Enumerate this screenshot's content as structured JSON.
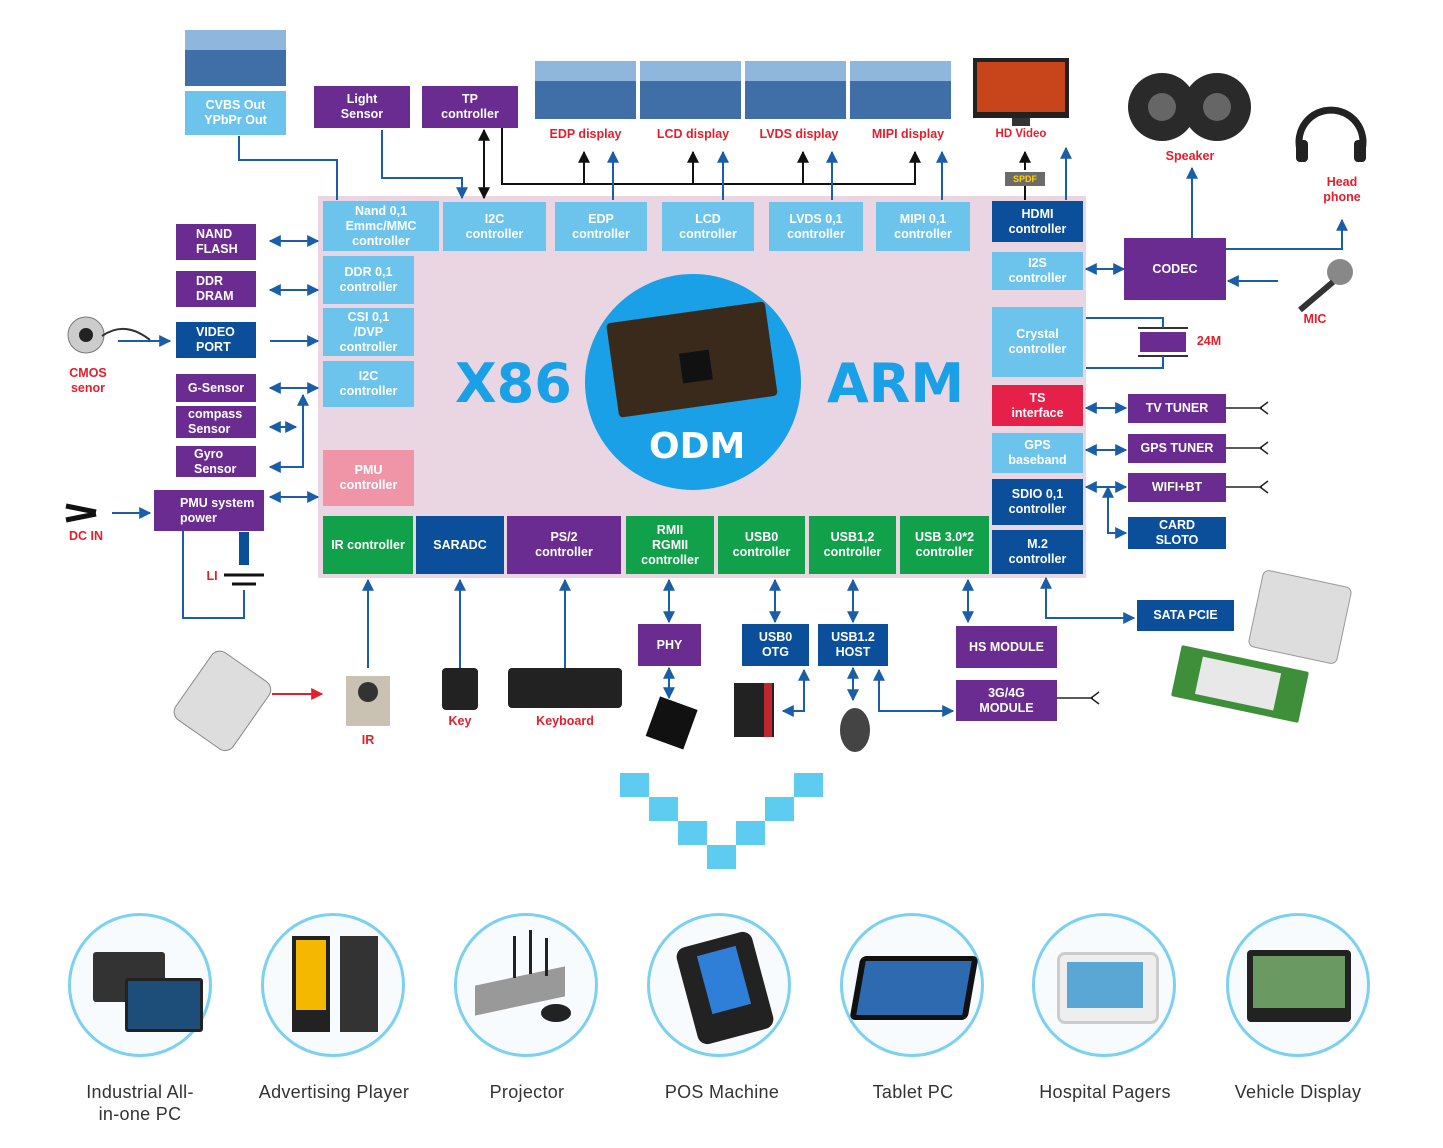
{
  "board": {
    "left": "X86",
    "right": "ARM",
    "center": "ODM"
  },
  "top_outputs": {
    "cvbs": "CVBS Out\nYPbPr Out",
    "light": "Light\nSensor",
    "tp": "TP\ncontroller"
  },
  "displays": {
    "edp": "EDP display",
    "lcd": "LCD display",
    "lvds": "LVDS display",
    "mipi": "MIPI display",
    "hd": "HD Video",
    "spdf": "SPDF"
  },
  "top_controllers": {
    "nand": "Nand 0,1\nEmmc/MMC\ncontroller",
    "i2c": "I2C\ncontroller",
    "edp": "EDP\ncontroller",
    "lcd": "LCD\ncontroller",
    "lvds": "LVDS 0,1\ncontroller",
    "mipi": "MIPI 0,1\ncontroller",
    "hdmi": "HDMI\ncontroller"
  },
  "left_controllers": {
    "ddr": "DDR 0,1\ncontroller",
    "csi": "CSI 0,1\n/DVP\ncontroller",
    "i2c": "I2C\ncontroller",
    "pmu": "PMU\ncontroller"
  },
  "left_devices": {
    "nand_flash": "NAND\nFLASH",
    "ddr_dram": "DDR\nDRAM",
    "video_port": "VIDEO\nPORT",
    "g_sensor": "G-Sensor",
    "compass": "compass\nSensor",
    "gyro": "Gyro\nSensor",
    "pmu_power": "PMU system\npower",
    "cmos": "CMOS\nsenor",
    "dc_in": "DC IN",
    "li": "LI"
  },
  "right_controllers": {
    "i2s": "I2S\ncontroller",
    "crystal": "Crystal\ncontroller",
    "ts": "TS\ninterface",
    "gps": "GPS\nbaseband",
    "sdio": "SDIO 0,1\ncontroller",
    "m2": "M.2\ncontroller"
  },
  "right_devices": {
    "codec": "CODEC",
    "speaker": "Speaker",
    "headphone": "Head\nphone",
    "mic": "MIC",
    "crystal_freq": "24M",
    "tv_tuner": "TV TUNER",
    "gps_tuner": "GPS TUNER",
    "wifi_bt": "WIFI+BT",
    "card": "CARD\nSLOTO",
    "sata": "SATA PCIE"
  },
  "bottom_controllers": {
    "ir": "IR controller",
    "saradc": "SARADC",
    "ps2": "PS/2\ncontroller",
    "rmii": "RMII\nRGMII\ncontroller",
    "usb0": "USB0\ncontroller",
    "usb12": "USB1,2\ncontroller",
    "usb3": "USB 3.0*2\ncontroller"
  },
  "bottom_devices": {
    "phy": "PHY",
    "usb0_otg": "USB0\nOTG",
    "usb12_host": "USB1.2\nHOST",
    "hs_module": "HS MODULE",
    "module_3g4g": "3G/4G\nMODULE",
    "ir": "IR",
    "key": "Key",
    "keyboard": "Keyboard"
  },
  "applications": [
    "Industrial All-\nin-one PC",
    "Advertising Player",
    "Projector",
    "POS Machine",
    "Tablet PC",
    "Hospital Pagers",
    "Vehicle Display"
  ],
  "colors": {
    "light_blue": "#6cc4ec",
    "dark_blue": "#0b4f9b",
    "purple": "#6a2c91",
    "green": "#11a14a",
    "pink_board": "#ead5e3",
    "arrow_blue": "#1a5ea8",
    "label_red": "#e41e2b",
    "accent_cyan": "#1aa0e6"
  }
}
